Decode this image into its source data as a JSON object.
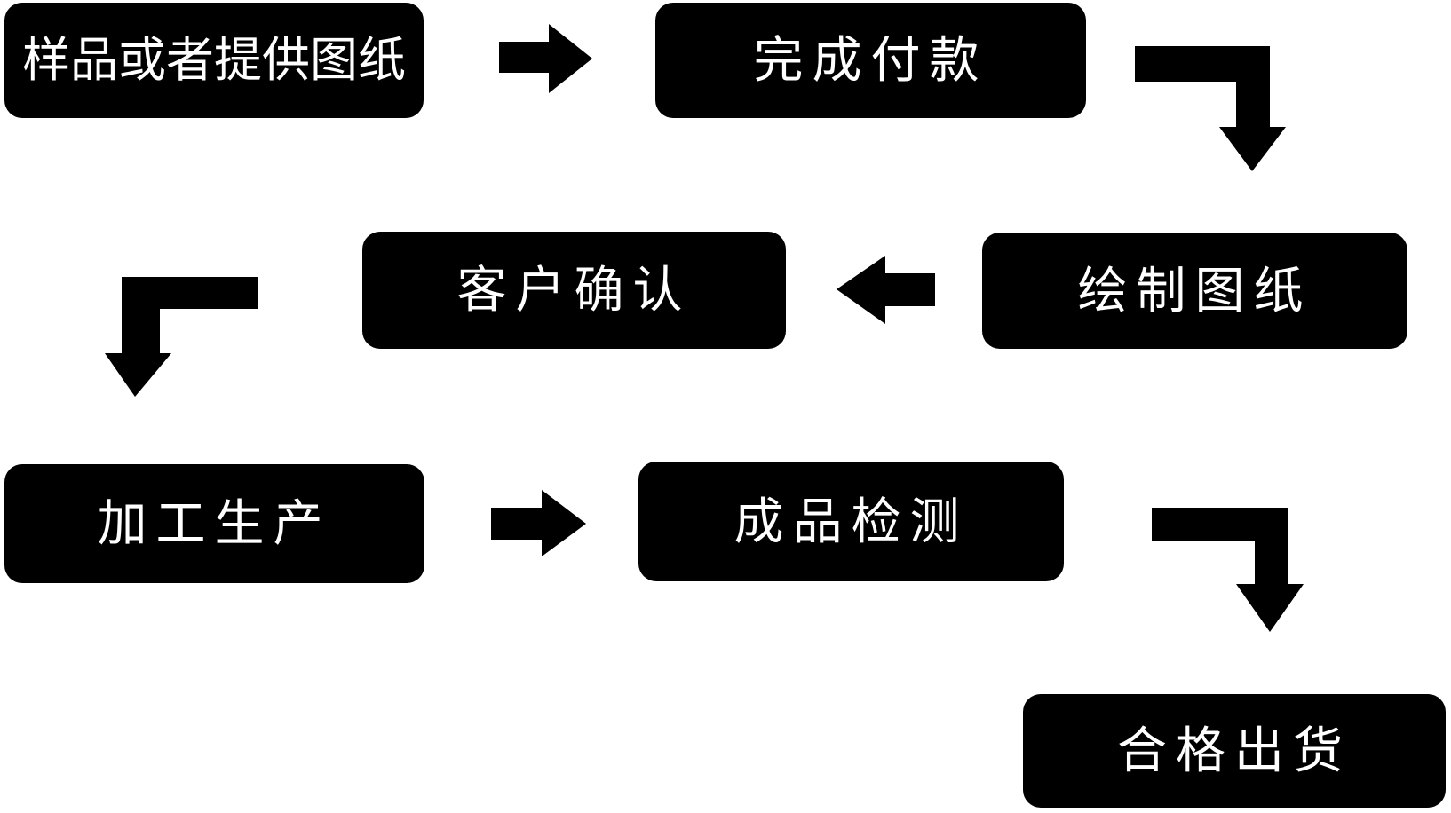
{
  "page": {
    "background_color": "#ffffff",
    "box_color": "#000000",
    "text_color": "#ffffff",
    "arrow_color": "#000000"
  },
  "flowchart": {
    "nodes": [
      {
        "id": "sample",
        "label": "样品或者提供图纸"
      },
      {
        "id": "payment",
        "label": "完成付款"
      },
      {
        "id": "confirm",
        "label": "客户确认"
      },
      {
        "id": "drawing",
        "label": "绘制图纸"
      },
      {
        "id": "production",
        "label": "加工生产"
      },
      {
        "id": "inspection",
        "label": "成品检测"
      },
      {
        "id": "shipment",
        "label": "合格出货"
      }
    ],
    "connections": [
      {
        "from": "样品或者提供图纸",
        "to": "完成付款",
        "shape": "right-arrow"
      },
      {
        "from": "完成付款",
        "to": "绘制图纸",
        "shape": "elbow-down-right-arrow"
      },
      {
        "from": "绘制图纸",
        "to": "客户确认",
        "shape": "left-arrow"
      },
      {
        "from": "客户确认",
        "to": "加工生产",
        "shape": "elbow-down-left-arrow"
      },
      {
        "from": "加工生产",
        "to": "成品检测",
        "shape": "right-arrow"
      },
      {
        "from": "成品检测",
        "to": "合格出货",
        "shape": "elbow-down-right-arrow"
      }
    ]
  }
}
